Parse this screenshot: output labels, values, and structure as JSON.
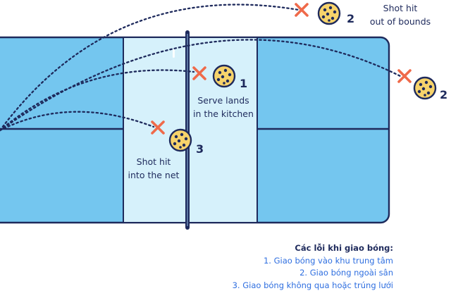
{
  "diagram": {
    "labels": {
      "kitchen": [
        "Serve lands",
        "in the kitchen"
      ],
      "net": [
        "Shot hit",
        "into the net"
      ],
      "out": [
        "Shot hit",
        "out of bounds"
      ]
    },
    "markers": {
      "kitchen": "1",
      "out_top": "2",
      "out_right": "2",
      "net": "3"
    },
    "colors": {
      "court": "#74c6ef",
      "kitchen_zone": "#d6f1fb",
      "court_line": "#1e2a5c",
      "x_mark": "#ef6a4a",
      "ball": "#f7d36b"
    },
    "icons": [
      "pickleball-icon",
      "x-mark-icon"
    ]
  },
  "legend": {
    "title": "Các lỗi khi giao bóng:",
    "items": [
      "1. Giao bóng vào khu trung tâm",
      "2. Giao bóng ngoài sân",
      "3. Giao bóng không qua hoặc trúng lưới"
    ]
  }
}
